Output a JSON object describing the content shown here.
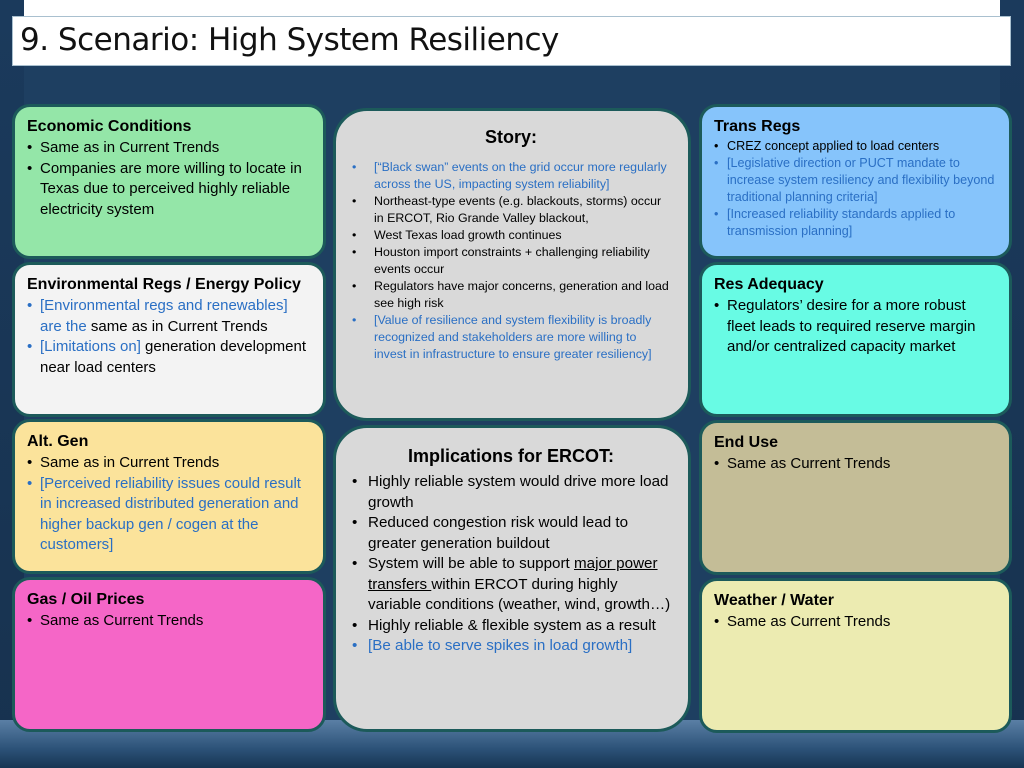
{
  "slide": {
    "title": "9. Scenario: High System Resiliency"
  },
  "econ": {
    "title": "Economic Conditions",
    "items": [
      "Same as in Current Trends",
      "Companies are more willing to locate in Texas due to perceived highly reliable electricity system"
    ]
  },
  "env": {
    "title": "Environmental Regs / Energy Policy",
    "item1_blue": "[Environmental regs and renewables] are the",
    "item1_black": " same as in Current Trends",
    "item2_blue": "[Limitations on]",
    "item2_black": " generation development near load centers"
  },
  "altgen": {
    "title": "Alt. Gen",
    "items": [
      "Same as in Current Trends",
      "[Perceived reliability issues could result in increased distributed generation and higher backup gen / cogen at the customers]"
    ]
  },
  "gas": {
    "title": "Gas / Oil Prices",
    "items": [
      "Same as Current Trends"
    ]
  },
  "story": {
    "title": "Story:",
    "items": [
      "[“Black swan” events on the grid occur more regularly across the US, impacting system reliability]",
      "Northeast-type events (e.g. blackouts, storms) occur in ERCOT, Rio Grande Valley blackout,",
      "West Texas load growth continues",
      "Houston import constraints + challenging reliability events occur",
      "Regulators have major concerns, generation and load see high risk",
      "[Value of resilience and system flexibility is broadly recognized and stakeholders are more willing to invest in infrastructure to ensure greater resiliency]"
    ]
  },
  "implications": {
    "title": "Implications for ERCOT:",
    "item1": "Highly reliable system would drive more load growth",
    "item2": "Reduced congestion risk would lead to greater generation buildout",
    "item3_pre": "System will be able to support ",
    "item3_underline": "major power transfers ",
    "item3_post": "within ERCOT during highly variable conditions (weather, wind, growth…)",
    "item4": "Highly reliable & flexible system as a result",
    "item5": "[Be able to serve spikes in load growth]"
  },
  "trans": {
    "title": "Trans Regs",
    "items": [
      "CREZ concept applied to load centers",
      "[Legislative direction or PUCT mandate to increase system resiliency and flexibility beyond traditional planning criteria]",
      "[Increased reliability standards applied to transmission planning]"
    ]
  },
  "resadq": {
    "title": "Res Adequacy",
    "items": [
      "Regulators’ desire for a more robust fleet leads to required reserve margin and/or centralized capacity market"
    ]
  },
  "enduse": {
    "title": "End Use",
    "items": [
      "Same as Current Trends"
    ]
  },
  "weather": {
    "title": "Weather / Water",
    "items": [
      "Same as Current Trends"
    ]
  },
  "colors": {
    "econ": "#94e6a8",
    "env": "#f3f3f3",
    "altgen": "#fbe39b",
    "gas": "#f566c7",
    "center": "#d9d9d9",
    "trans": "#86c4fb",
    "resadq": "#68fbe4",
    "enduse": "#c4bd97",
    "weather": "#ecebb1",
    "blue_text": "#2a6fc4"
  }
}
